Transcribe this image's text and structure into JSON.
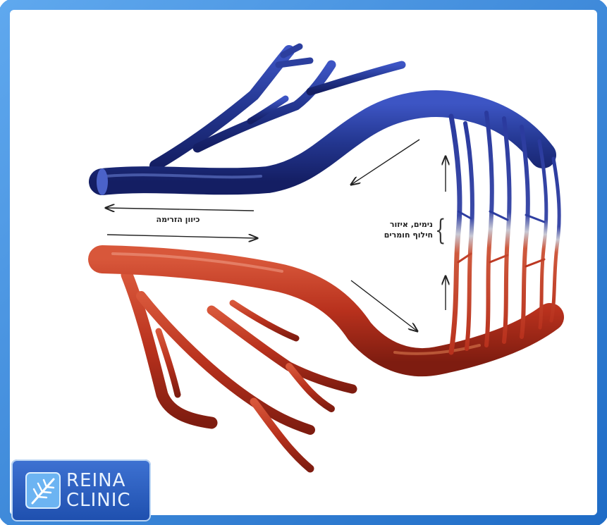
{
  "diagram": {
    "flow_direction_label": "כיוון הזרימה",
    "capillary_zone_label_line1": "נימים, איזור",
    "capillary_zone_label_line2": "חילוף חומרים"
  },
  "logo": {
    "line1": "REINA",
    "line2": "CLINIC"
  },
  "colors": {
    "frame_blue": "#2f7fd9",
    "vein_blue": "#22338f",
    "artery_red": "#b8311d",
    "badge_blue": "#2658b8"
  }
}
